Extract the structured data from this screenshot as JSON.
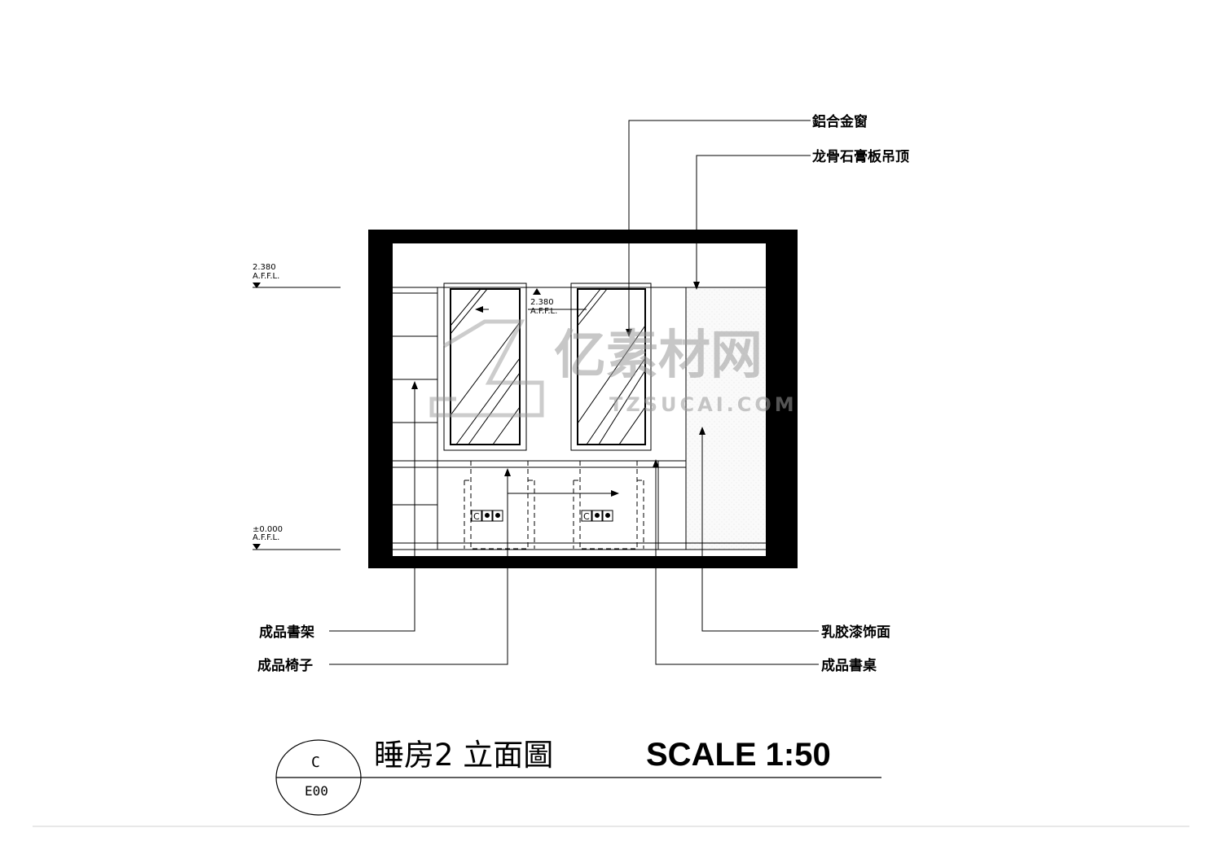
{
  "drawing": {
    "title": "睡房2 立面圖",
    "scale": "SCALE 1:50",
    "section_tag": {
      "letter": "C",
      "sheet": "E00"
    }
  },
  "levels": {
    "top": {
      "value": "2.380",
      "ref": "A.F.F.L."
    },
    "bottom": {
      "value": "±0.000",
      "ref": "A.F.F.L."
    },
    "window_head": {
      "value": "2.380",
      "ref": "A.F.F.L."
    }
  },
  "callouts": {
    "window": "鋁合金窗",
    "ceiling": "龙骨石膏板吊顶",
    "shelf": "成品書架",
    "chair": "成品椅子",
    "paint": "乳胶漆饰面",
    "desk": "成品書桌"
  },
  "socket_letter": "C",
  "watermark": {
    "brand": "亿素材网",
    "url": "TZSUCAI.COM"
  }
}
